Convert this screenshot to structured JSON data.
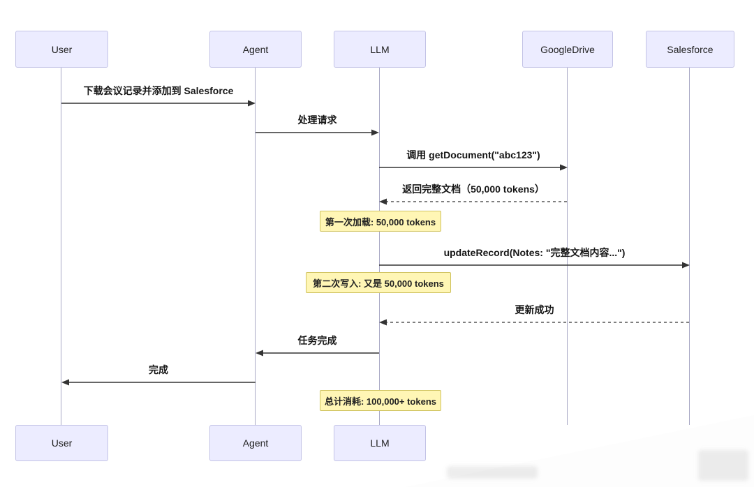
{
  "diagram": {
    "actors": [
      {
        "label": "User"
      },
      {
        "label": "Agent"
      },
      {
        "label": "LLM"
      },
      {
        "label": "GoogleDrive"
      },
      {
        "label": "Salesforce"
      }
    ],
    "messages": [
      {
        "label": "下载会议记录并添加到 Salesforce"
      },
      {
        "label": "处理请求"
      },
      {
        "label": "调用 getDocument(\"abc123\")"
      },
      {
        "label": "返回完整文档（50,000 tokens）"
      },
      {
        "label": "updateRecord(Notes: \"完整文档内容...\")"
      },
      {
        "label": "更新成功"
      },
      {
        "label": "任务完成"
      },
      {
        "label": "完成"
      }
    ],
    "notes": [
      {
        "text": "第一次加载: 50,000 tokens"
      },
      {
        "text": "第二次写入: 又是 50,000 tokens"
      },
      {
        "text": "总计消耗: 100,000+ tokens"
      }
    ]
  }
}
